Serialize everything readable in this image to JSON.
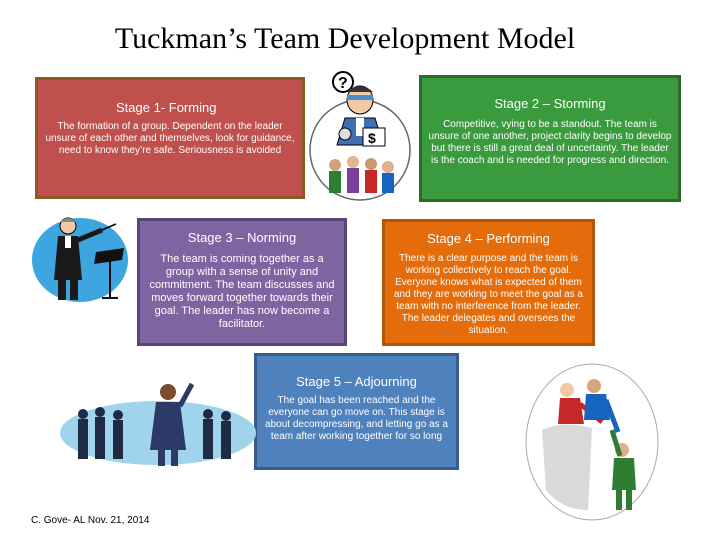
{
  "title": "Tuckman’s   Team Development Model",
  "stages": [
    {
      "heading": "Stage 1- Forming",
      "text": "The formation of a group. Dependent on the leader unsure of each other and themselves, look for guidance, need to know they’re safe. Seriousness is avoided",
      "color": "#c0504d"
    },
    {
      "heading": "Stage 2 – Storming",
      "text": "Competitive, vying to be a standout. The team is unsure of one another,  project clarity begins to develop but there is still a great deal of uncertainty. The leader is the coach and is needed for progress and direction.",
      "color": "#3a9a3e"
    },
    {
      "heading": "Stage 3 – Norming",
      "text": "The team is coming together as a group with a sense of unity and commitment. The team discusses and moves forward together towards their goal. The leader has now become a facilitator.",
      "color": "#8064a2"
    },
    {
      "heading": "Stage 4 – Performing",
      "text": "There is a clear purpose and the team is working collectively to reach the goal. Everyone knows what is expected of them and they are working to meet the goal as a team with no interference from the leader. The leader delegates and oversees the situation.",
      "color": "#e46c0a"
    },
    {
      "heading": "Stage 5 – Adjourning",
      "text": "The goal has been reached and the everyone  can go move on. This stage is about decompressing, and letting go as a team after working together for so long",
      "color": "#4f81bd"
    }
  ],
  "footer": "C. Gove- AL Nov. 21, 2014",
  "illustrations": [
    "confused-businessman-icon",
    "conductor-icon",
    "business-team-icon",
    "teamwork-pull-up-icon"
  ]
}
